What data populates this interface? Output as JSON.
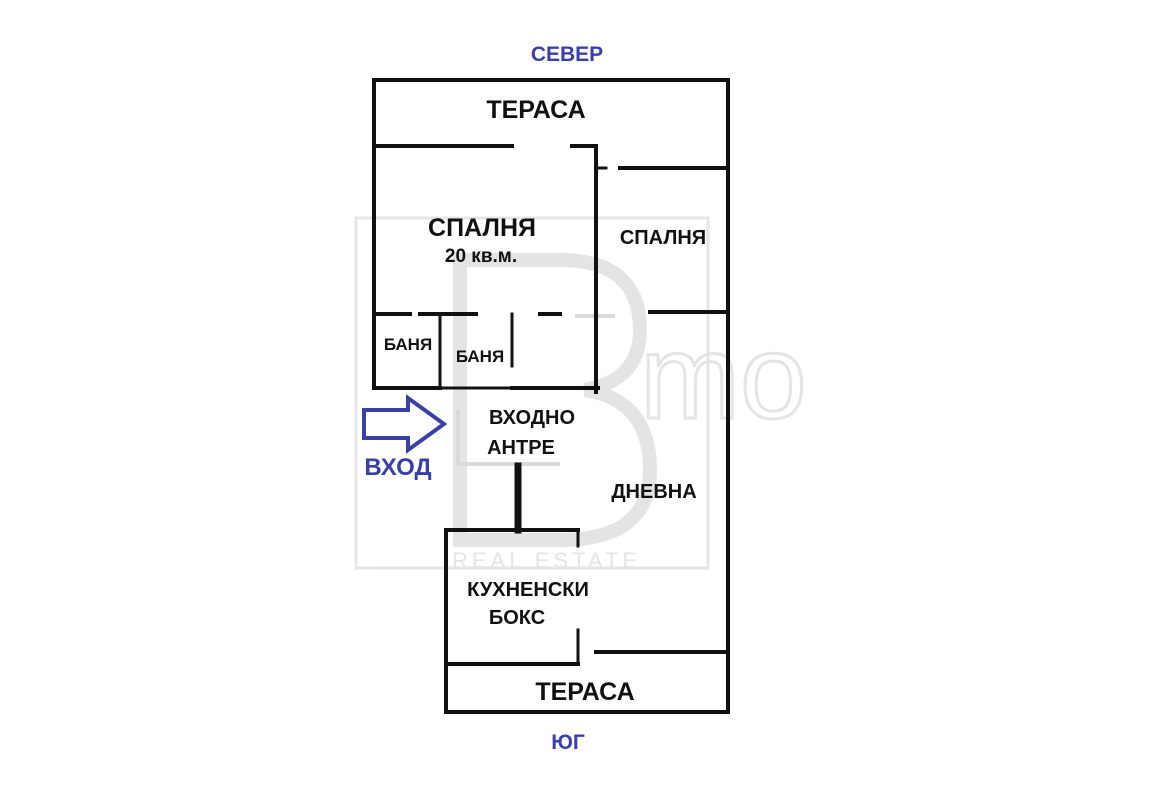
{
  "colors": {
    "wall": "#111111",
    "label": "#111111",
    "compass": "#3a3fa6",
    "arrow": "#3a3fa6",
    "watermark": "#c9c9c9"
  },
  "compass": {
    "north": "СЕВЕР",
    "south": "ЮГ"
  },
  "entrance": {
    "label": "ВХОД",
    "icon": "arrow-right-icon"
  },
  "rooms": {
    "terrace_north": "ТЕРАСА",
    "bedroom_main": "СПАЛНЯ",
    "bedroom_main_area": "20 кв.м.",
    "bedroom_second": "СПАЛНЯ",
    "bathroom_1": "БАНЯ",
    "bathroom_2": "БАНЯ",
    "hall_line1": "ВХОДНО",
    "hall_line2": "АНТРЕ",
    "living": "ДНЕВНА",
    "kitchen_line1": "КУХНЕНСКИ",
    "kitchen_line2": "БОКС",
    "terrace_south": "ТЕРАСА"
  },
  "watermark": {
    "brand_suffix": "mo",
    "tagline": "REAL ESTATE"
  }
}
